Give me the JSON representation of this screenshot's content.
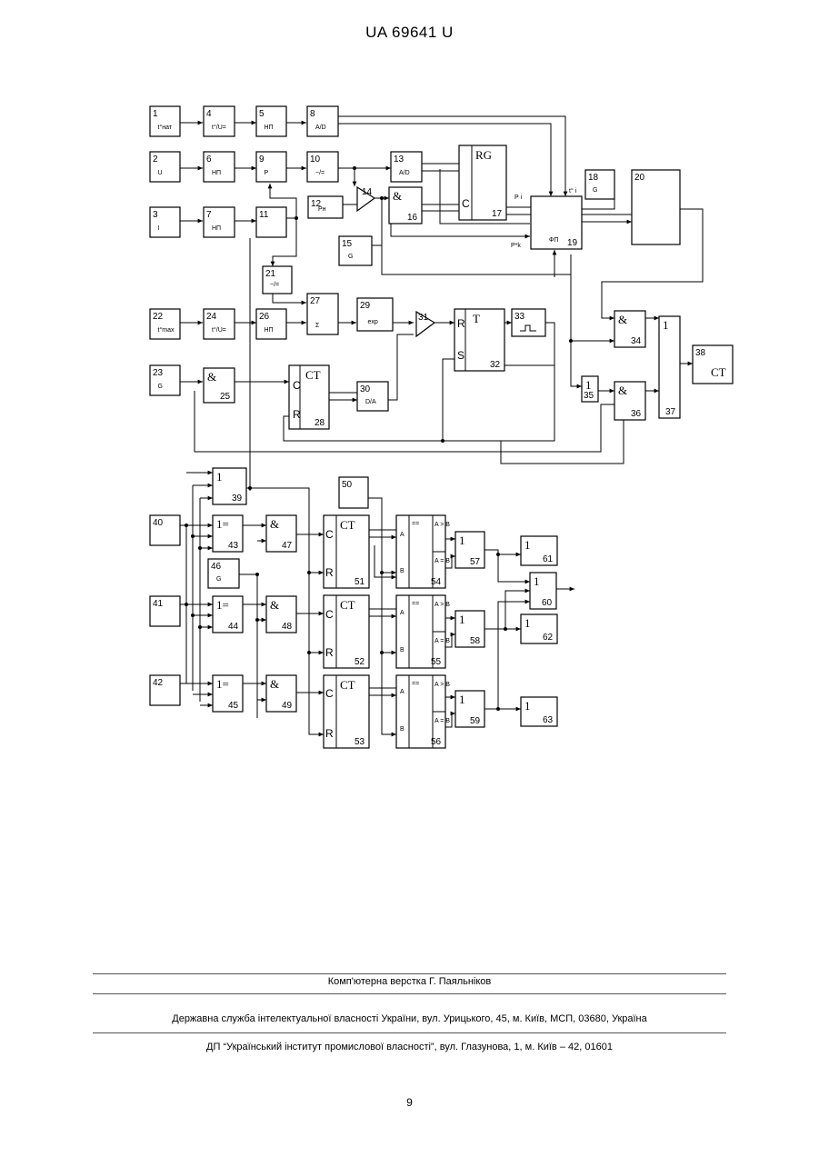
{
  "header": {
    "patent_number": "UA   69641   U"
  },
  "diagram": {
    "blocks": [
      {
        "id": "b1",
        "num": "1",
        "label": "t°нат"
      },
      {
        "id": "b2",
        "num": "2",
        "label": "U"
      },
      {
        "id": "b3",
        "num": "3",
        "label": "I"
      },
      {
        "id": "b4",
        "num": "4",
        "label": "t°/U="
      },
      {
        "id": "b5",
        "num": "5",
        "label": "НП"
      },
      {
        "id": "b6",
        "num": "6",
        "label": "НП"
      },
      {
        "id": "b7",
        "num": "7",
        "label": "НП"
      },
      {
        "id": "b8",
        "num": "8",
        "label": "A/D"
      },
      {
        "id": "b9",
        "num": "9",
        "label": "P"
      },
      {
        "id": "b10",
        "num": "10",
        "label": "~/="
      },
      {
        "id": "b11",
        "num": "11",
        "label": ""
      },
      {
        "id": "b12",
        "num": "12",
        "label": "Pн"
      },
      {
        "id": "b13",
        "num": "13",
        "label": "A/D"
      },
      {
        "id": "b14",
        "num": "14",
        "label": ""
      },
      {
        "id": "b15",
        "num": "15",
        "label": "G"
      },
      {
        "id": "b16",
        "num": "16",
        "label": "&"
      },
      {
        "id": "b17",
        "num": "17",
        "label": "RG"
      },
      {
        "id": "b18",
        "num": "18",
        "label": "G"
      },
      {
        "id": "b19",
        "num": "19",
        "label": "ФП"
      },
      {
        "id": "b20",
        "num": "20",
        "label": ""
      },
      {
        "id": "b21",
        "num": "21",
        "label": "~/="
      },
      {
        "id": "b22",
        "num": "22",
        "label": "t°max"
      },
      {
        "id": "b23",
        "num": "23",
        "label": "G"
      },
      {
        "id": "b24",
        "num": "24",
        "label": "t°/U="
      },
      {
        "id": "b25",
        "num": "25",
        "label": "&"
      },
      {
        "id": "b26",
        "num": "26",
        "label": "НП"
      },
      {
        "id": "b27",
        "num": "27",
        "label": "Σ"
      },
      {
        "id": "b28",
        "num": "28",
        "label": "CT"
      },
      {
        "id": "b29",
        "num": "29",
        "label": "exp"
      },
      {
        "id": "b30",
        "num": "30",
        "label": "D/A"
      },
      {
        "id": "b31",
        "num": "31",
        "label": ""
      },
      {
        "id": "b32",
        "num": "32",
        "label": "T"
      },
      {
        "id": "b33",
        "num": "33",
        "label": ""
      },
      {
        "id": "b34",
        "num": "34",
        "label": "&"
      },
      {
        "id": "b35",
        "num": "35",
        "label": "1"
      },
      {
        "id": "b36",
        "num": "36",
        "label": "&"
      },
      {
        "id": "b37",
        "num": "37",
        "label": "1"
      },
      {
        "id": "b38",
        "num": "38",
        "label": "CT"
      },
      {
        "id": "b39",
        "num": "39",
        "label": "1"
      },
      {
        "id": "b40",
        "num": "40",
        "label": ""
      },
      {
        "id": "b41",
        "num": "41",
        "label": ""
      },
      {
        "id": "b42",
        "num": "42",
        "label": ""
      },
      {
        "id": "b43",
        "num": "43",
        "label": "1="
      },
      {
        "id": "b44",
        "num": "44",
        "label": "1="
      },
      {
        "id": "b45",
        "num": "45",
        "label": "1="
      },
      {
        "id": "b46",
        "num": "46",
        "label": "G"
      },
      {
        "id": "b47",
        "num": "47",
        "label": "&"
      },
      {
        "id": "b48",
        "num": "48",
        "label": "&"
      },
      {
        "id": "b49",
        "num": "49",
        "label": "&"
      },
      {
        "id": "b50",
        "num": "50",
        "label": ""
      },
      {
        "id": "b51",
        "num": "51",
        "label": "CT"
      },
      {
        "id": "b52",
        "num": "52",
        "label": "CT"
      },
      {
        "id": "b53",
        "num": "53",
        "label": "CT"
      },
      {
        "id": "b54",
        "num": "54",
        "label": "=="
      },
      {
        "id": "b55",
        "num": "55",
        "label": "=="
      },
      {
        "id": "b56",
        "num": "56",
        "label": "=="
      },
      {
        "id": "b57",
        "num": "57",
        "label": "1"
      },
      {
        "id": "b58",
        "num": "58",
        "label": "1"
      },
      {
        "id": "b59",
        "num": "59",
        "label": "1"
      },
      {
        "id": "b60",
        "num": "60",
        "label": "1"
      },
      {
        "id": "b61",
        "num": "61",
        "label": "1"
      },
      {
        "id": "b62",
        "num": "62",
        "label": "1"
      },
      {
        "id": "b63",
        "num": "63",
        "label": "1"
      }
    ],
    "pin_labels": {
      "c": "C",
      "r": "R",
      "s": "S",
      "a": "A",
      "b": "B",
      "gt": "A > B",
      "eq": "A = B",
      "p_i": "P i",
      "p_k": "P*k",
      "t_i": "t° i"
    }
  },
  "footer": {
    "layout_credit": "Комп'ютерна верстка Г. Паяльніков",
    "office_address": "Державна служба інтелектуальної власності України, вул. Урицького, 45, м. Київ, МСП, 03680, Україна",
    "institute_address": "ДП “Український інститут промислової власності”, вул. Глазунова, 1, м. Київ – 42, 01601"
  },
  "page_number": "9"
}
